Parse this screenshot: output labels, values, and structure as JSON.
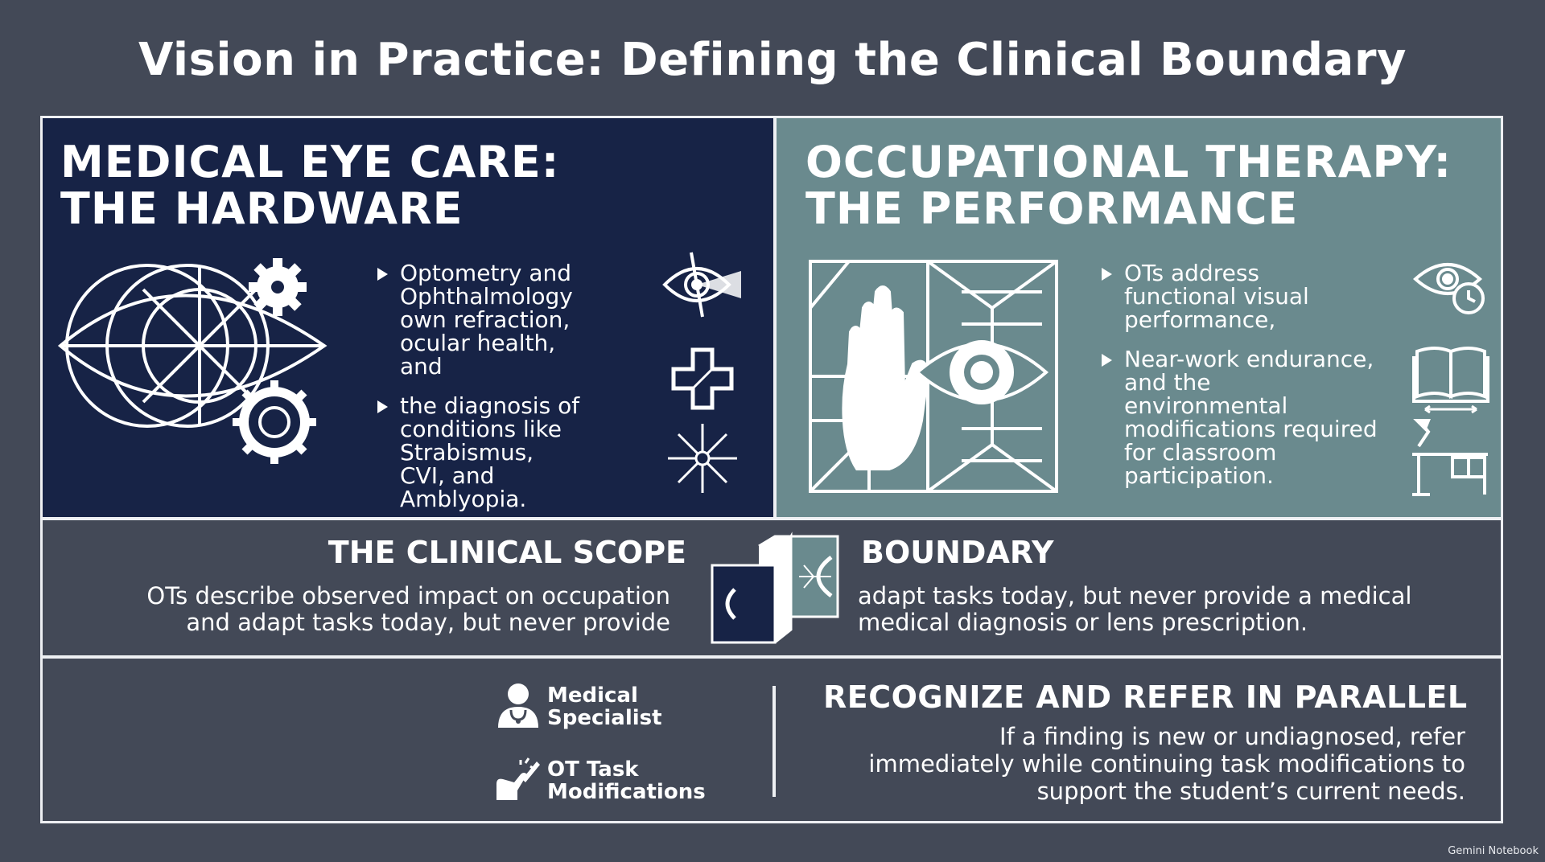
{
  "title": "Vision in Practice: Defining the Clinical Boundary",
  "medical": {
    "heading_line1": "MEDICAL EYE CARE:",
    "heading_line2": "THE HARDWARE",
    "bullets": [
      "Optometry and Ophthalmology own refraction, ocular health, and",
      "the diagnosis of conditions like Strabismus, CVI, and Amblyopia."
    ],
    "icons": [
      "eye-scan-icon",
      "medical-cross-icon",
      "sparkle-icon",
      "eye-lens-gear-icon"
    ]
  },
  "ot": {
    "heading_line1": "OCCUPATIONAL THERAPY:",
    "heading_line2": "THE PERFORMANCE",
    "bullets": [
      "OTs address functional visual performance,",
      "Near-work endurance, and the environmental modifications required for classroom participation."
    ],
    "icons": [
      "eye-timer-icon",
      "open-book-icon",
      "desk-lamp-icon",
      "hand-eye-room-icon"
    ]
  },
  "scope": {
    "left_title": "THE CLINICAL SCOPE",
    "left_text": "OTs describe observed impact on occupation and adapt tasks today, but never provide",
    "right_title": "BOUNDARY",
    "right_text": "adapt tasks today, but never provide a medical medical diagnosis or lens prescription."
  },
  "legend": {
    "medical_label": "Medical Specialist",
    "ot_label": "OT Task Modifications"
  },
  "recognize": {
    "title": "RECOGNIZE AND REFER IN PARALLEL",
    "text": "If a finding is new or undiagnosed, refer immediately while continuing task modifications to support the student’s current needs."
  },
  "brand": "Gemini Notebook",
  "colors": {
    "background": "#434957",
    "medical_panel": "#172346",
    "ot_panel": "#6a8a8e",
    "border": "#eef0f3"
  }
}
